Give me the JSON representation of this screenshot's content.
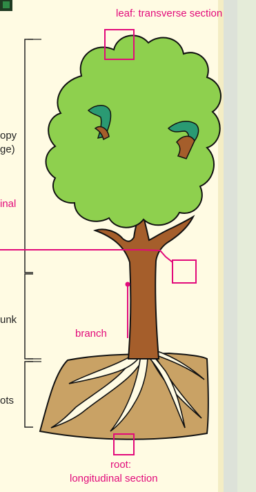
{
  "labels": {
    "leaf": "leaf: transverse section",
    "canopy_line1": "opy",
    "canopy_line2": "ge)",
    "stem_partial": "inal",
    "trunk_partial": "unk",
    "branch": "branch",
    "roots_partial": "ots",
    "root_line1": "root:",
    "root_line2": "longitudinal section"
  },
  "colors": {
    "magenta": "#e2097a",
    "foliage": "#8ed04e",
    "trunk": "#a55e2b",
    "soil": "#c9a265"
  }
}
